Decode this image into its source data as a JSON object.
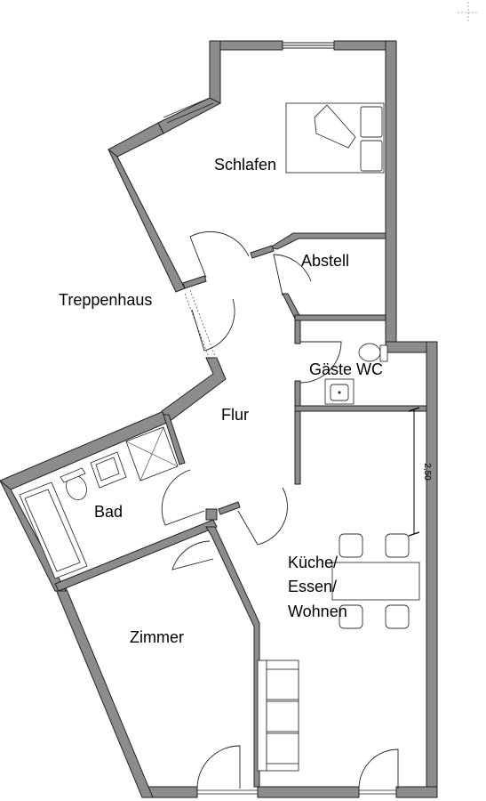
{
  "rooms": {
    "schlafen": "Schlafen",
    "abstell": "Abstell",
    "treppenhaus": "Treppenhaus",
    "gaeste_wc": "Gäste WC",
    "flur": "Flur",
    "bad": "Bad",
    "kueche_line1": "Küche/",
    "kueche_line2": "Essen/",
    "kueche_line3": "Wohnen",
    "zimmer": "Zimmer"
  },
  "dimension": {
    "label": "2,50"
  },
  "colors": {
    "wall": "#8c8c8c",
    "line": "#222222",
    "background": "#ffffff"
  }
}
